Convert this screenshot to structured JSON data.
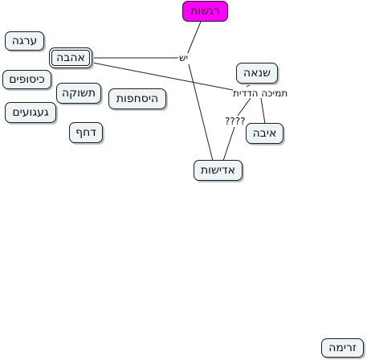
{
  "nodes": {
    "regashot": "רגשות",
    "arga": "ערגה",
    "ahava": "אהבה",
    "kisufim": "כיסופים",
    "tshuka": "תשוקה",
    "histachfut": "היסחפות",
    "gaaguim": "געגועים",
    "dachaf": "דחף",
    "sina": "שנאה",
    "eiva": "איבה",
    "adishut": "אדישות",
    "zrima": "זרימה"
  },
  "links": {
    "yesh": "יש",
    "tmicha_hadadit": "תמיכה הדדית",
    "unknown": "????"
  },
  "colors": {
    "root_fill": "#ff00ff",
    "node_fill": "#eef3f5",
    "line": "#1e1e1e"
  }
}
